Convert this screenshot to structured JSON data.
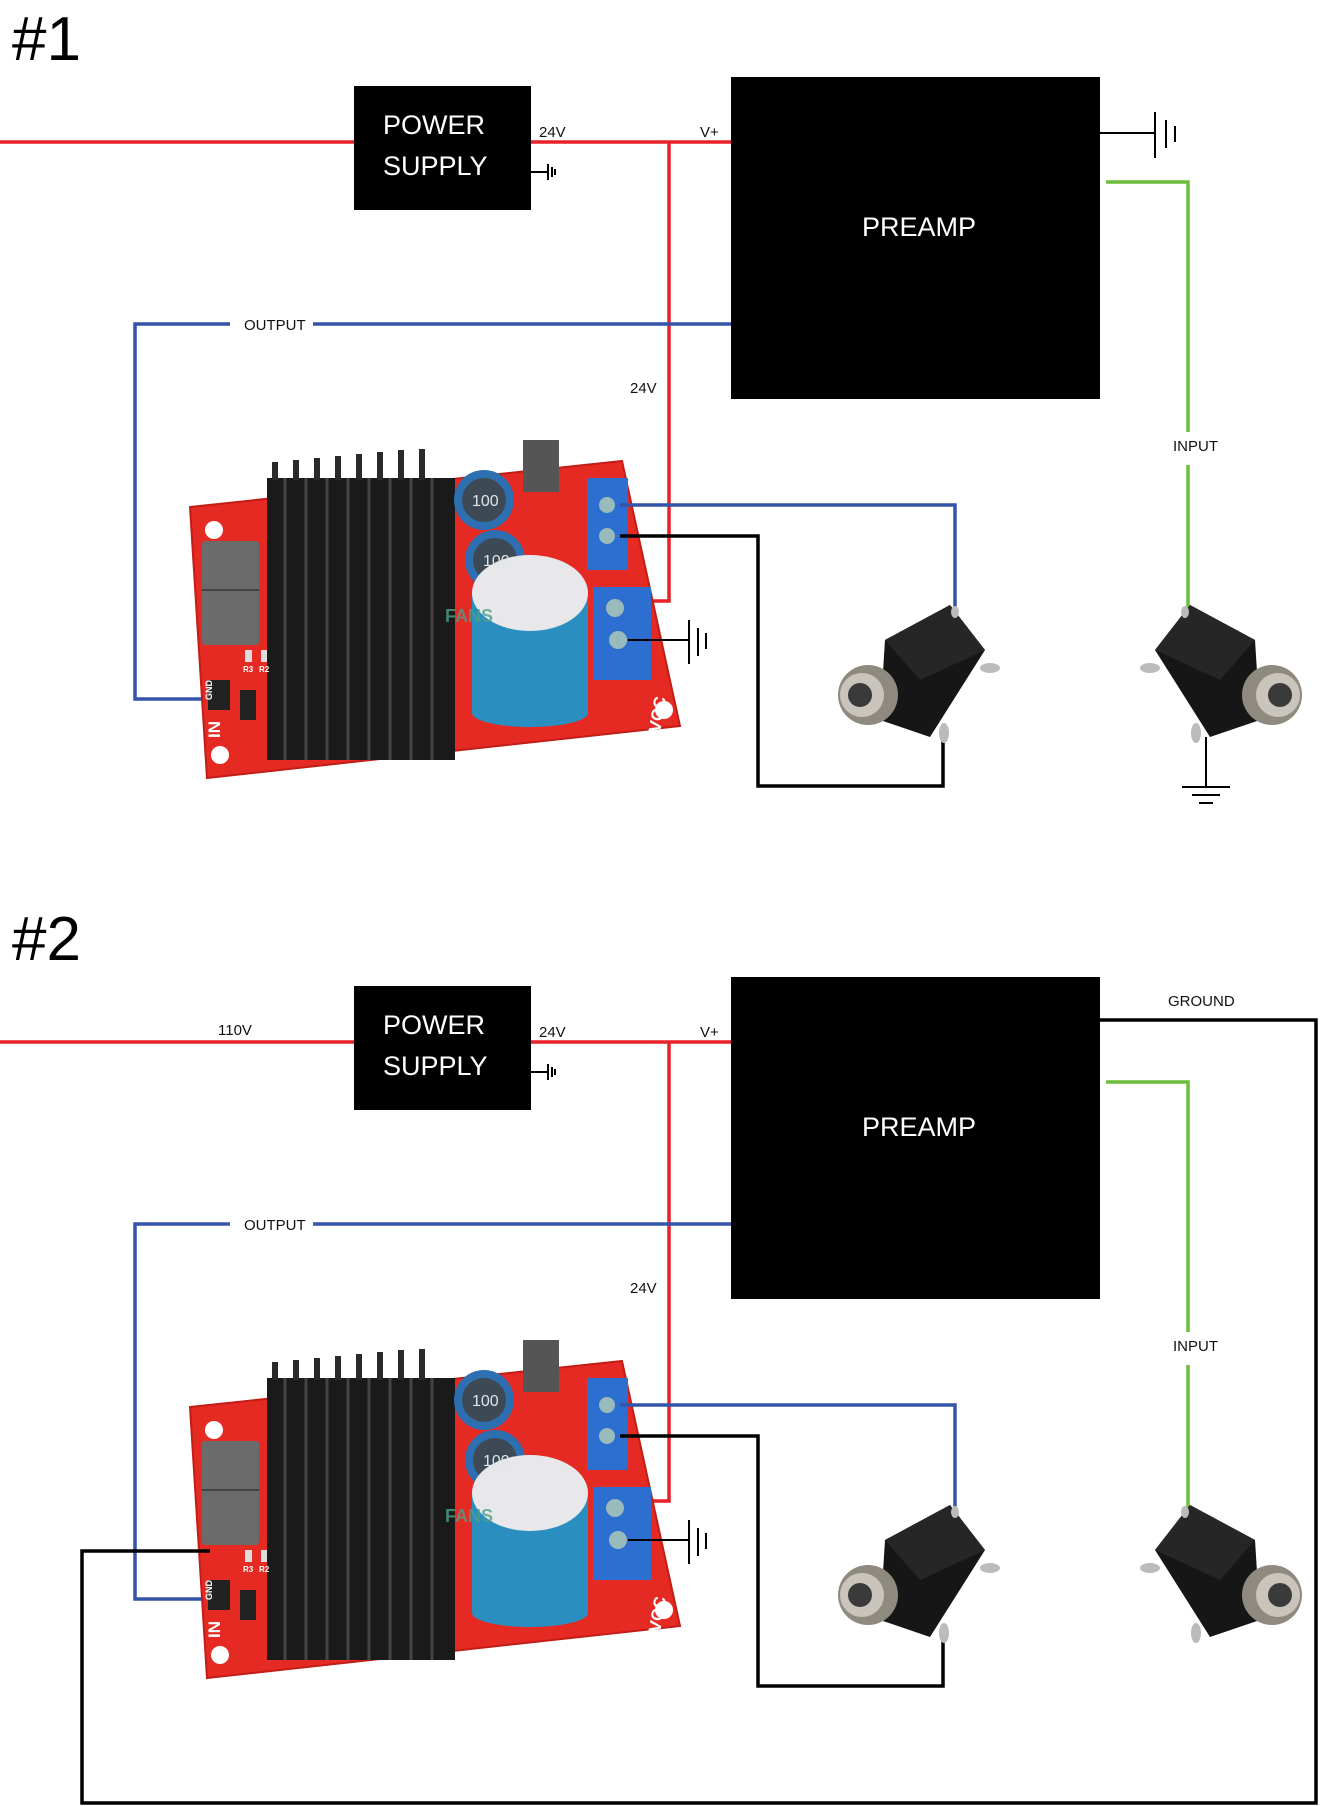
{
  "colors": {
    "power": "#e8222a",
    "signal_output": "#3553a8",
    "signal_input": "#6cbd3c",
    "ground": "#000000",
    "block": "#000000"
  },
  "sections": [
    {
      "heading": "#1",
      "mains_label": "",
      "power_supply": {
        "line1": "POWER",
        "line2": "SUPPLY"
      },
      "supply_out_label": "24V",
      "vplus_label": "V+",
      "preamp_label": "PREAMP",
      "output_label": "OUTPUT",
      "amp_feed_label": "24V",
      "input_label": "INPUT",
      "ground_label": ""
    },
    {
      "heading": "#2",
      "mains_label": "110V",
      "power_supply": {
        "line1": "POWER",
        "line2": "SUPPLY"
      },
      "supply_out_label": "24V",
      "vplus_label": "V+",
      "preamp_label": "PREAMP",
      "output_label": "OUTPUT",
      "amp_feed_label": "24V",
      "input_label": "INPUT",
      "ground_label": "GROUND"
    }
  ],
  "amp_board": {
    "silkscreen": [
      "IN",
      "GND",
      "VCC",
      "R3",
      "R2"
    ],
    "capacitor_marks": [
      "100",
      "100"
    ],
    "watermark": "FANS"
  },
  "icons": [
    "ground-symbol",
    "audio-jack",
    "amplifier-board"
  ]
}
